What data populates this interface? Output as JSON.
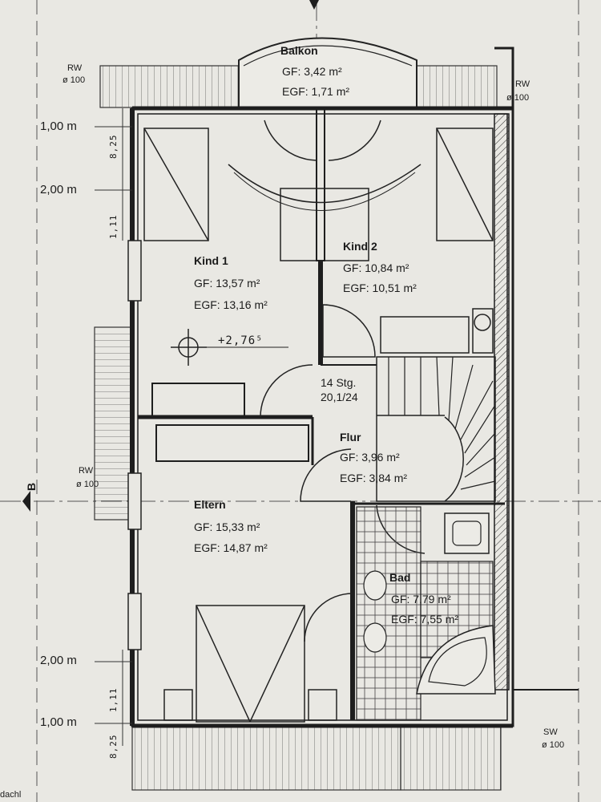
{
  "rooms": {
    "balkon": {
      "name": "Balkon",
      "gf": "GF:  3,42 m²",
      "egf": "EGF: 1,71 m²"
    },
    "kind1": {
      "name": "Kind 1",
      "gf": "GF:  13,57 m²",
      "egf": "EGF: 13,16 m²"
    },
    "kind2": {
      "name": "Kind 2",
      "gf": "GF:  10,84 m²",
      "egf": "EGF: 10,51 m²"
    },
    "flur": {
      "name": "Flur",
      "gf": "GF:  3,96 m²",
      "egf": "EGF: 3,84 m²"
    },
    "eltern": {
      "name": "Eltern",
      "gf": "GF:  15,33 m²",
      "egf": "EGF: 14,87 m²"
    },
    "bad": {
      "name": "Bad",
      "gf": "GF:  7,79 m²",
      "egf": "EGF: 7,55 m²"
    }
  },
  "stairs": {
    "steps": "14 Stg.",
    "ratio": "20,1/24"
  },
  "level": "+2,76⁵",
  "pipes": {
    "rw_top_left": {
      "label": "RW",
      "size": "ø 100"
    },
    "rw_top_right": {
      "label": "RW",
      "size": "ø 100"
    },
    "rw_mid_left": {
      "label": "RW",
      "size": "ø 100"
    },
    "sw_bottom_right": {
      "label": "SW",
      "size": "ø 100"
    }
  },
  "dimensions": {
    "top_1m": "1,00 m",
    "top_2m": "2,00 m",
    "bottom_2m": "2,00 m",
    "bottom_1m": "1,00 m",
    "v_825_top": "8,25",
    "v_111_top": "1,11",
    "v_111_bottom": "1,11",
    "v_825_bottom": "8,25"
  },
  "section_marker": "B",
  "cut_text": "dachl"
}
